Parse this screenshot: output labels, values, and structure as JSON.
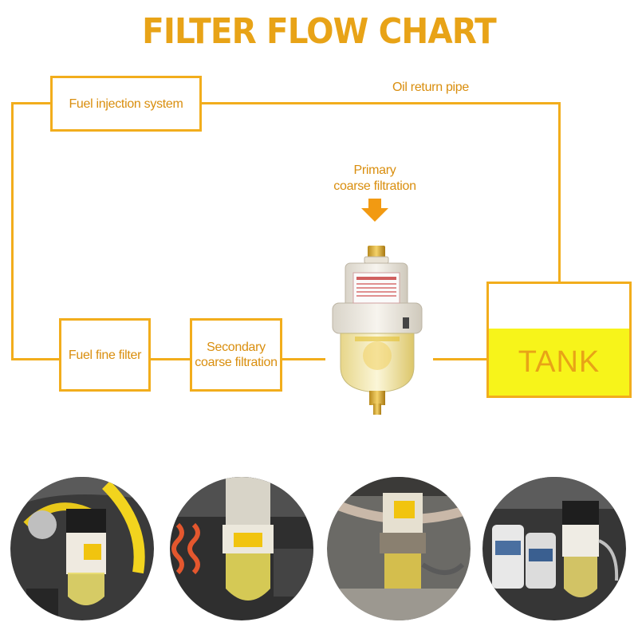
{
  "title": "FILTER FLOW CHART",
  "labels": {
    "fuel_injection": "Fuel injection system",
    "oil_return": "Oil return pipe",
    "primary": [
      "Primary",
      "coarse filtration"
    ],
    "fine_filter": "Fuel fine filter",
    "secondary": [
      "Secondary",
      "coarse filtration"
    ],
    "tank": "TANK"
  },
  "icons": [
    "down-arrow-icon",
    "fuel-filter-icon"
  ],
  "colors": {
    "accent": "#f2ad1c",
    "text": "#d98e0e",
    "tank_fill": "#f7f41a"
  },
  "photos": [
    "installed-filter-photo-1",
    "installed-filter-photo-2",
    "installed-filter-photo-3",
    "installed-filter-photo-4"
  ]
}
